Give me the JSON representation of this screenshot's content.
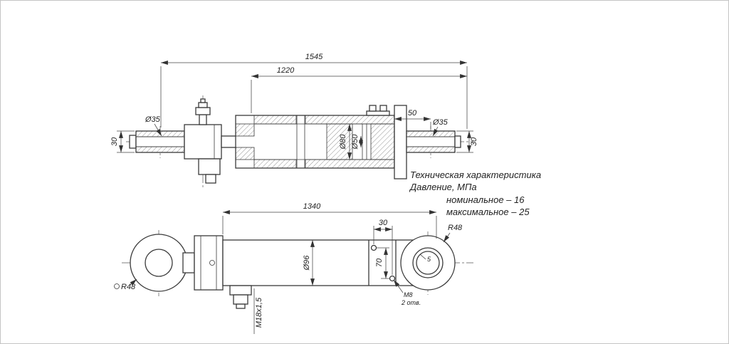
{
  "specs": {
    "title": "Техническая характеристика",
    "pressure_label": "Давление, МПа",
    "nominal": "номинальное – 16",
    "maximal": "максимальное – 25"
  },
  "top_view": {
    "dim_overall": "1545",
    "dim_cylinder": "1220",
    "dim_left_eye_dia": "Ø35",
    "dim_left_eye_width": "30",
    "dim_bore_dia": "Ø80",
    "dim_rod_dia": "Ø50",
    "dim_plate_to_eye": "50",
    "dim_right_eye_dia": "Ø35",
    "dim_right_eye_width": "30"
  },
  "bottom_view": {
    "dim_length": "1340",
    "left_radius": "R48",
    "right_radius": "R48",
    "dim_body_dia": "Ø96",
    "dim_holes_horiz": "30",
    "dim_holes_vert": "70",
    "holes_thread": "M8",
    "holes_count": "2 отв.",
    "port_thread": "М18х1,5",
    "chamfer": "5"
  }
}
